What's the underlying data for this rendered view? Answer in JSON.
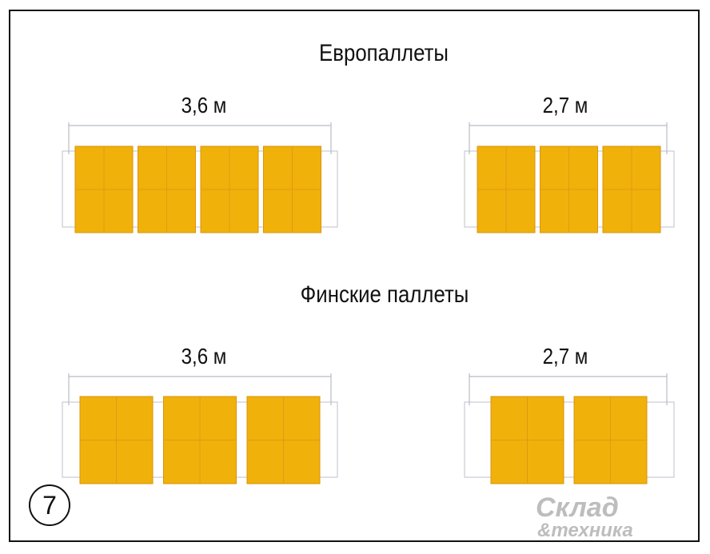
{
  "figure_number": "7",
  "sections": [
    {
      "title": "Европаллеты",
      "pallet_color": "#f0b10b",
      "groups": [
        {
          "length_label": "3,6 м",
          "pallet_count": 4
        },
        {
          "length_label": "2,7 м",
          "pallet_count": 3
        }
      ]
    },
    {
      "title": "Финские паллеты",
      "pallet_color": "#f0b10b",
      "groups": [
        {
          "length_label": "3,6 м",
          "pallet_count": 3
        },
        {
          "length_label": "2,7 м",
          "pallet_count": 2
        }
      ]
    }
  ],
  "logo": {
    "line1": "Склад",
    "line2": "&техника",
    "color": "#bdbdbd"
  }
}
